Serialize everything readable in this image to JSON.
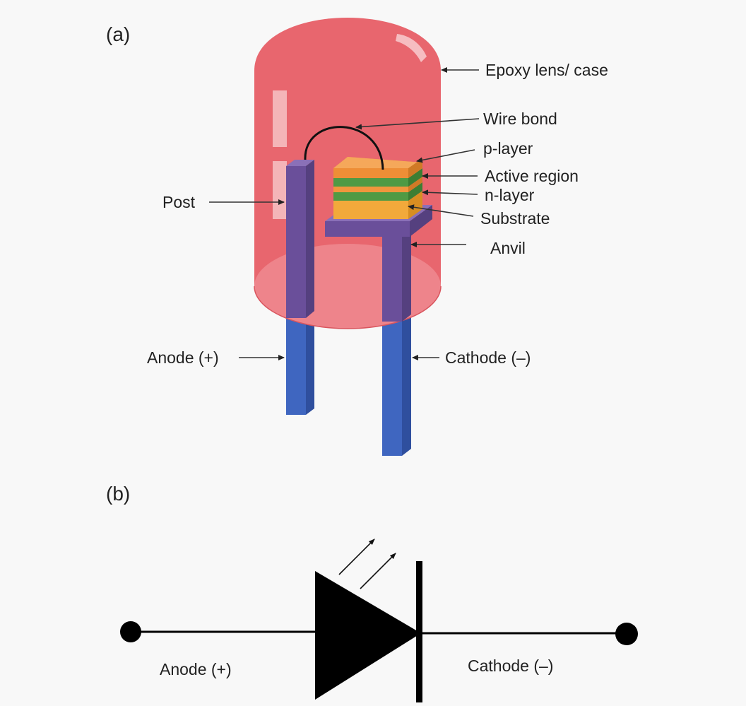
{
  "panels": {
    "a": {
      "label": "(a)",
      "labels": {
        "epoxy": "Epoxy lens/ case",
        "wire_bond": "Wire bond",
        "p_layer": "p-layer",
        "active_region": "Active region",
        "n_layer": "n-layer",
        "substrate": "Substrate",
        "anvil": "Anvil",
        "post": "Post",
        "anode": "Anode (+)",
        "cathode": "Cathode (–)"
      }
    },
    "b": {
      "label": "(b)",
      "labels": {
        "anode": "Anode (+)",
        "cathode": "Cathode (–)"
      }
    }
  },
  "colors": {
    "epoxy": "#e8666e",
    "epoxy_light": "#ef8a90",
    "lead_inside": "#6a4f9a",
    "lead_outside": "#3f66c0",
    "p_layer": "#f0963c",
    "active_region": "#4f9a44",
    "n_layer": "#f2a93b",
    "symbol": "#000000"
  }
}
